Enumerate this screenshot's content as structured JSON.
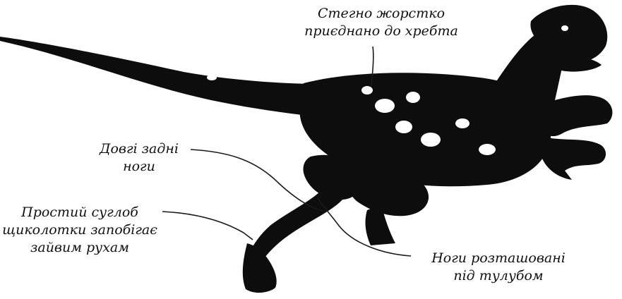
{
  "colors": {
    "silhouette": "#0d0d0d",
    "highlight": "#ffffff",
    "leader_line": "#1a1a1a",
    "background": "#ffffff"
  },
  "labels": {
    "femur": {
      "line1": "Стегно жорстко",
      "line2": "приєднано до хребта"
    },
    "hind_legs": {
      "line1": "Довгі задні",
      "line2": "ноги"
    },
    "ankle": {
      "line1": "Простий суглоб",
      "line2": "щиколотки запобігає",
      "line3": "зайвим рухам"
    },
    "under_body": {
      "line1": "Ноги розташовані",
      "line2": "під тулубом"
    }
  }
}
